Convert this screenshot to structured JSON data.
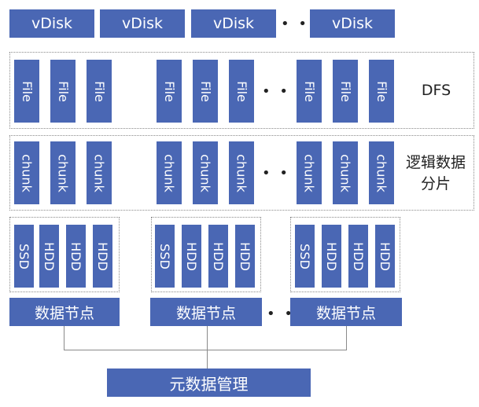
{
  "vdisk_row": {
    "boxes": [
      "vDisk",
      "vDisk",
      "vDisk",
      "vDisk"
    ],
    "ellipsis": "• • •"
  },
  "dfs_row": {
    "files": [
      "File",
      "File",
      "File",
      "File",
      "File",
      "File",
      "File",
      "File",
      "File"
    ],
    "ellipsis": "• • •",
    "label": "DFS"
  },
  "chunk_row": {
    "chunks": [
      "chunk",
      "chunk",
      "chunk",
      "chunk",
      "chunk",
      "chunk",
      "chunk",
      "chunk",
      "chunk"
    ],
    "ellipsis": "• • •",
    "label_line1": "逻辑数据",
    "label_line2": "分片"
  },
  "storage_nodes": [
    {
      "disks": [
        "SSD",
        "HDD",
        "HDD",
        "HDD"
      ],
      "label": "数据节点"
    },
    {
      "disks": [
        "SSD",
        "HDD",
        "HDD",
        "HDD"
      ],
      "label": "数据节点"
    },
    {
      "disks": [
        "SSD",
        "HDD",
        "HDD",
        "HDD"
      ],
      "label": "数据节点"
    }
  ],
  "nodes_ellipsis": "• • •",
  "metadata": {
    "label": "元数据管理"
  },
  "colors": {
    "box_fill": "#4a67b4",
    "box_text": "#ffffff",
    "frame": "#8a8a8a"
  }
}
